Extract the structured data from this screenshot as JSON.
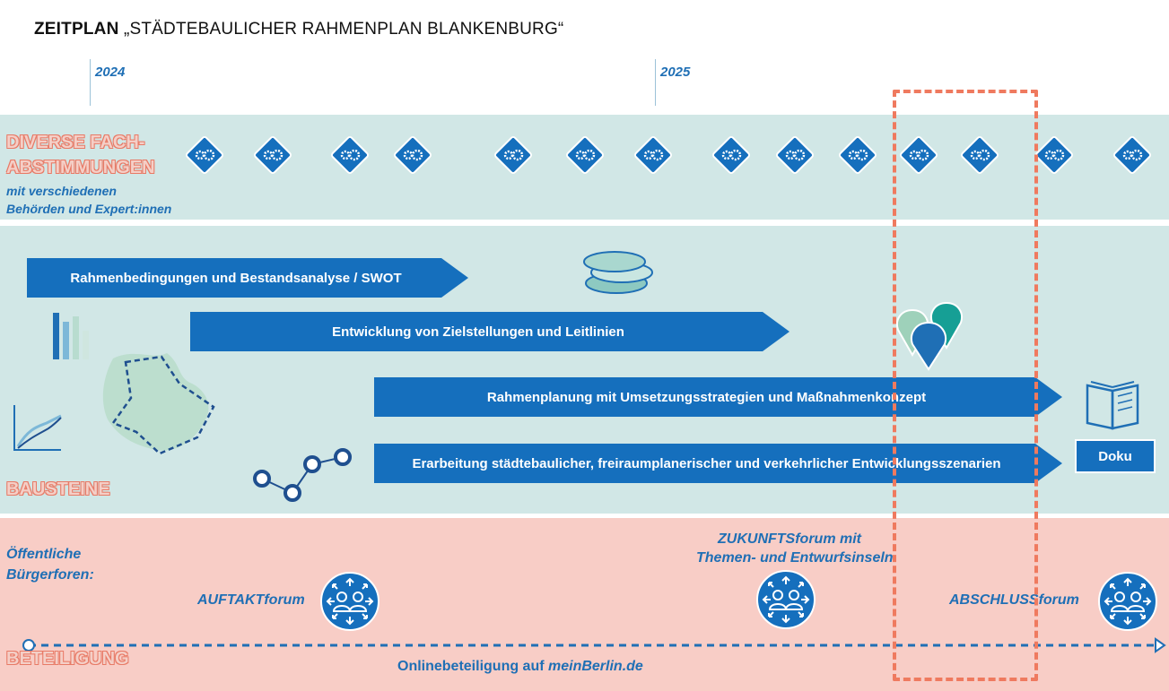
{
  "title": {
    "bold": "ZEITPLAN",
    "rest": " „STÄDTEBAULICHER RAHMENPLAN BLANKENBURG“"
  },
  "years": [
    "2024",
    "2025"
  ],
  "fach": {
    "label_line1": "DIVERSE FACH-",
    "label_line2": "ABSTIMMUNGEN",
    "sub_line1": "mit verschiedenen",
    "sub_line2": "Behörden und Expert:innen",
    "icon_count": 14
  },
  "bausteine": {
    "label": "BAUSTEINE",
    "arrows": [
      "Rahmenbedingungen und Bestandsanalyse / SWOT",
      "Entwicklung von Zielstellungen und Leitlinien",
      "Rahmenplanung mit Umsetzungsstrategien und Maßnahmenkonzept",
      "Erarbeitung städtebaulicher, freiraumplanerischer und verkehrlicher Entwicklungsszenarien"
    ],
    "doku": "Doku"
  },
  "beteiligung": {
    "label": "BETEILIGUNG",
    "public_line1": "Öffentliche",
    "public_line2": "Bürgerforen:",
    "auftakt": "AUFTAKTforum",
    "zukunft_line1": "ZUKUNFTSforum mit",
    "zukunft_line2": "Themen- und Entwurfsinseln",
    "abschluss": "ABSCHLUSSforum",
    "online_prefix": "Onlinebeteiligung auf ",
    "online_site": "meinBerlin.de"
  },
  "colors": {
    "primary_blue": "#156fbd",
    "band_teal": "#d1e7e6",
    "band_salmon": "#f8cdc6",
    "highlight_dashed": "#ef7a5f"
  }
}
